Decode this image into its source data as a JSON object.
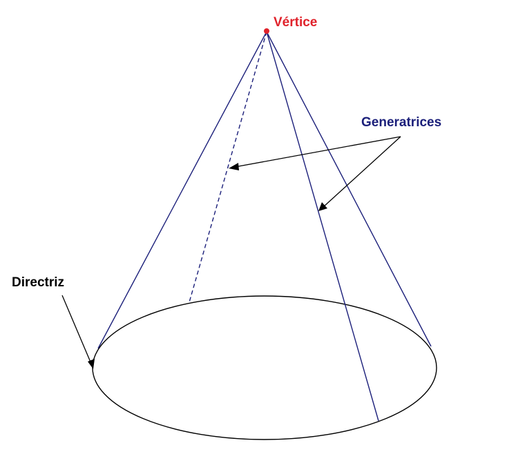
{
  "labels": {
    "vertex": "Vértice",
    "generatrices": "Generatrices",
    "directrix": "Directriz"
  },
  "colors": {
    "vertex_label": "#e0222b",
    "vertex_point": "#e0222b",
    "generatrices_label": "#1b1f7a",
    "directrix_label": "#000000",
    "cone_edges": "#1b1f7a",
    "ellipse": "#000000",
    "arrows": "#000000",
    "background": "#ffffff"
  }
}
